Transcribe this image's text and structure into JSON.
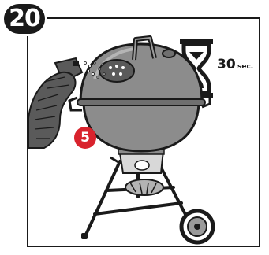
{
  "step": {
    "number": "20"
  },
  "timer": {
    "value": "30",
    "unit": "sec.",
    "icon": "hourglass-icon"
  },
  "callout": {
    "number": "5",
    "color": "#d9232d"
  },
  "colors": {
    "grill_body": "#8c8c8c",
    "lid_vent": "#5a5a5a",
    "ink": "#1a1a1a"
  }
}
